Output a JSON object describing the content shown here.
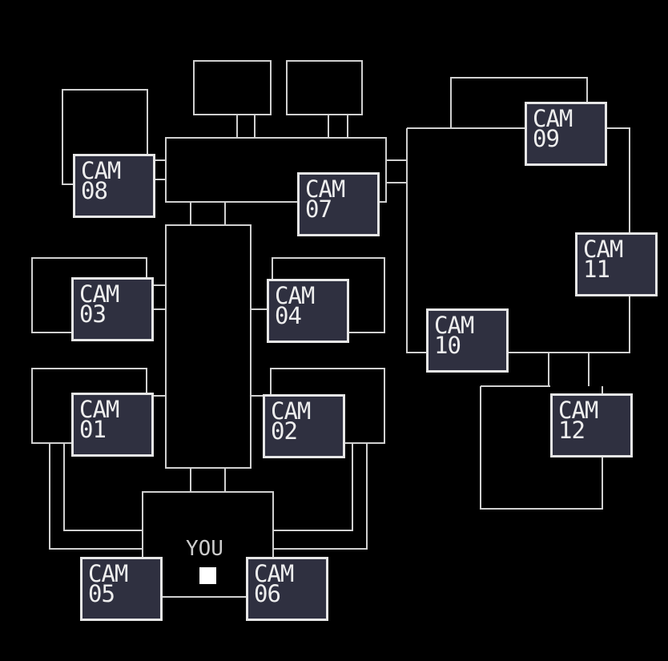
{
  "cameras": [
    {
      "id": "08",
      "prefix": "CAM",
      "number": "08"
    },
    {
      "id": "07",
      "prefix": "CAM",
      "number": "07"
    },
    {
      "id": "09",
      "prefix": "CAM",
      "number": "09"
    },
    {
      "id": "11",
      "prefix": "CAM",
      "number": "11"
    },
    {
      "id": "10",
      "prefix": "CAM",
      "number": "10"
    },
    {
      "id": "12",
      "prefix": "CAM",
      "number": "12"
    },
    {
      "id": "03",
      "prefix": "CAM",
      "number": "03"
    },
    {
      "id": "04",
      "prefix": "CAM",
      "number": "04"
    },
    {
      "id": "01",
      "prefix": "CAM",
      "number": "01"
    },
    {
      "id": "02",
      "prefix": "CAM",
      "number": "02"
    },
    {
      "id": "05",
      "prefix": "CAM",
      "number": "05"
    },
    {
      "id": "06",
      "prefix": "CAM",
      "number": "06"
    }
  ],
  "player": {
    "label": "YOU"
  },
  "colors": {
    "line": "#d0d0d0",
    "button_fill": "#2f3040",
    "background": "#000000"
  }
}
